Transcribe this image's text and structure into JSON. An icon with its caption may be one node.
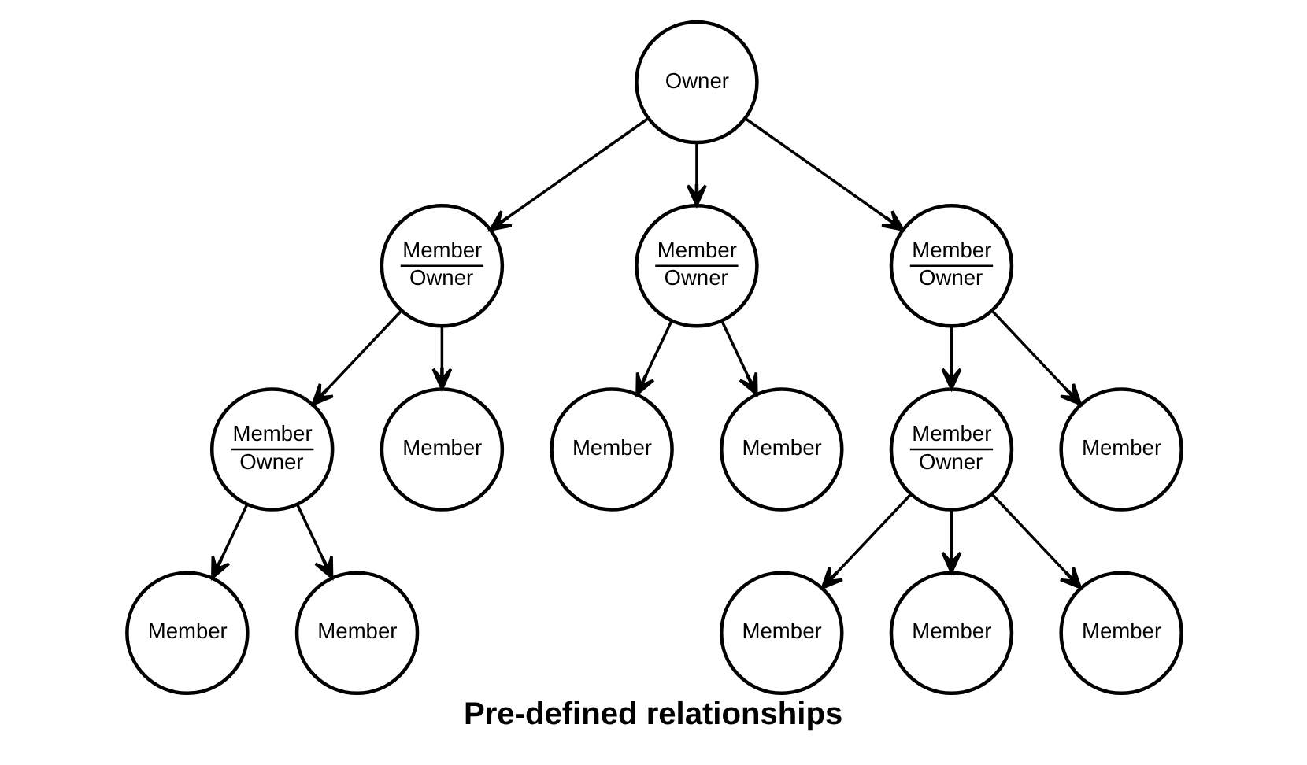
{
  "diagram": {
    "caption": "Pre-defined relationships",
    "nodes": [
      {
        "text": [
          "Owner"
        ]
      },
      {
        "text": [
          "Member",
          "Owner"
        ]
      },
      {
        "text": [
          "Member",
          "Owner"
        ]
      },
      {
        "text": [
          "Member",
          "Owner"
        ]
      },
      {
        "text": [
          "Member",
          "Owner"
        ]
      },
      {
        "text": [
          "Member"
        ]
      },
      {
        "text": [
          "Member"
        ]
      },
      {
        "text": [
          "Member"
        ]
      },
      {
        "text": [
          "Member",
          "Owner"
        ]
      },
      {
        "text": [
          "Member"
        ]
      },
      {
        "text": [
          "Member"
        ]
      },
      {
        "text": [
          "Member"
        ]
      },
      {
        "text": [
          "Member"
        ]
      },
      {
        "text": [
          "Member"
        ]
      },
      {
        "text": [
          "Member"
        ]
      }
    ],
    "edges": [
      {
        "from": 0,
        "to": 1,
        "arrow": "to"
      },
      {
        "from": 0,
        "to": 2,
        "arrow": "to"
      },
      {
        "from": 0,
        "to": 3,
        "arrow": "to"
      },
      {
        "from": 1,
        "to": 4,
        "arrow": "to"
      },
      {
        "from": 1,
        "to": 5,
        "arrow": "to"
      },
      {
        "from": 2,
        "to": 6,
        "arrow": "to"
      },
      {
        "from": 2,
        "to": 7,
        "arrow": "to"
      },
      {
        "from": 3,
        "to": 8,
        "arrow": "to"
      },
      {
        "from": 3,
        "to": 9,
        "arrow": "to"
      },
      {
        "from": 4,
        "to": 10,
        "arrow": "to"
      },
      {
        "from": 4,
        "to": 11,
        "arrow": "to"
      },
      {
        "from": 8,
        "to": 12,
        "arrow": "to"
      },
      {
        "from": 8,
        "to": 13,
        "arrow": "to"
      },
      {
        "from": 8,
        "to": 14,
        "arrow": "to"
      }
    ]
  }
}
